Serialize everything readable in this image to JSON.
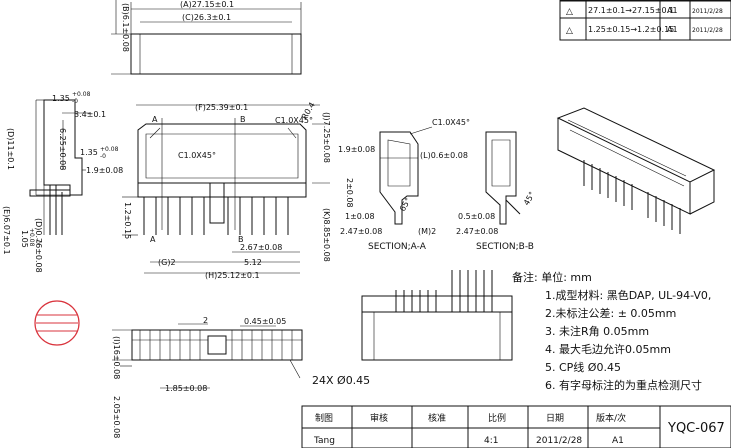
{
  "revisions": [
    {
      "mark": "△",
      "change": "27.1±0.1→27.15±0.1",
      "rev": "A1",
      "date": "2011/2/28"
    },
    {
      "mark": "△",
      "change": "1.25±0.15→1.2±0.15",
      "rev": "A1",
      "date": "2011/2/28"
    }
  ],
  "dims": {
    "A": "(A)27.15±0.1",
    "B_vert": "(B)6.1±0.08",
    "C": "(C)26.3±0.1",
    "F": "(F)25.39±0.1",
    "C1a": "C1.0X45°",
    "C1b": "C1.0X45°",
    "C1c": "C1.0X45°",
    "J": "(J)7.25±0.08",
    "R04": "R0.4",
    "K": "(K)8.85±0.08",
    "d135a": "1.35",
    "d135b": "1.35",
    "tol1": "+0.08",
    "tol2": "-0",
    "tol3": "+0.08",
    "tol4": "-0",
    "d34": "3.4±0.1",
    "d625": "6.25±0.08",
    "D": "(D)11±0.1",
    "d19a": "1.9±0.08",
    "E": "(E)6.07±0.1",
    "d105": "1.05",
    "tol5": "+0.08",
    "tol6": "-0",
    "Dlow": "(D)0.76±0.08",
    "d12": "1.2±0.15",
    "G": "(G)2",
    "d267": "2.67±0.08",
    "d512": "5.12",
    "H": "(H)25.12±0.1",
    "secA_top": "A",
    "secA_bot": "A",
    "secB_top": "B",
    "secB_bot": "B",
    "d19b": "1.9±0.08",
    "L": "(L)0.6±0.08",
    "d2": "2±0.08",
    "d1": "1±0.08",
    "d247": "2.47±0.08",
    "M": "(M)2",
    "d05": "0.5±0.08",
    "d247b": "2.47±0.08",
    "d65": "65°",
    "d45": "45°",
    "I": "(I)16±0.08",
    "d2top": "2",
    "d045": "0.45±0.05",
    "d205": "2.05±0.08",
    "d185": "1.85±0.08",
    "pins": "24X Ø0.45"
  },
  "sections": {
    "a": "SECTION;A-A",
    "b": "SECTION;B-B"
  },
  "notes": {
    "header": "备注:    单位: mm",
    "items": [
      "1.成型材料: 黑色DAP, UL-94-V0,",
      "2.未标注公差: ± 0.05mm",
      "3. 未注R角 0.05mm",
      "4. 最大毛边允许0.05mm",
      "5. CP线 Ø0.45",
      "6.  有字母标注的为重点检测尺寸"
    ]
  },
  "title_block": {
    "headers": [
      "制图",
      "审核",
      "核准",
      "比例",
      "日期",
      "版本/次"
    ],
    "values": [
      "Tang",
      "",
      "",
      "4:1",
      "2011/2/28",
      "A1"
    ],
    "drawing_no": "YQC-067"
  }
}
